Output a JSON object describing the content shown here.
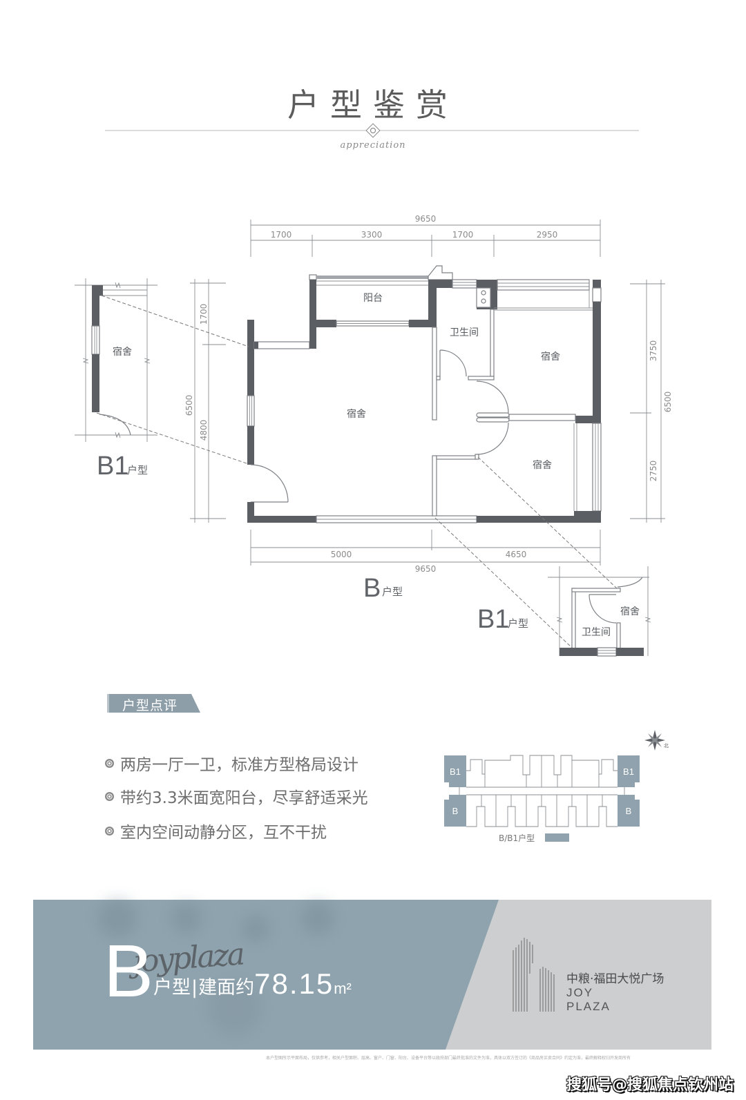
{
  "header": {
    "title": "户型鉴赏",
    "subtitle_script": "appreciation"
  },
  "plan_b": {
    "label_letter": "B",
    "label_suffix": "户型",
    "rooms": {
      "balcony": "阳台",
      "bathroom": "卫生间",
      "bedroom_upper_right": "宿舍",
      "bedroom_lower_right": "宿舍",
      "bedroom_main": "宿舍"
    },
    "dims_top": {
      "total": "9650",
      "segments": [
        "1700",
        "3300",
        "1700",
        "2950"
      ]
    },
    "dims_bottom": {
      "total": "9650",
      "segments": [
        "5000",
        "4650"
      ]
    },
    "dims_left": {
      "total": "6500",
      "segments": [
        "1700",
        "4800"
      ]
    },
    "dims_right": {
      "total": "6500",
      "segments": [
        "3750",
        "2750"
      ]
    }
  },
  "plan_b1_left": {
    "label_letter": "B1",
    "label_suffix": "户型",
    "rooms": {
      "bedroom": "宿舍"
    }
  },
  "plan_b1_right": {
    "label_letter": "B1",
    "label_suffix": "户型",
    "rooms": {
      "bedroom": "宿舍",
      "bathroom": "卫生间"
    }
  },
  "review": {
    "heading": "户型点评",
    "bullets": [
      "两房一厅一卫，标准方型格局设计",
      "带约3.3米面宽阳台，尽享舒适采光",
      "室内空间动静分区，互不干扰"
    ]
  },
  "key_plan": {
    "units": [
      "B1",
      "B1",
      "B",
      "B"
    ],
    "legend_label": "B/B1户型",
    "legend_color": "#8fa2ad",
    "compass_label": "北"
  },
  "banner": {
    "unit_letter": "B",
    "unit_desc": "户型",
    "separator": "|",
    "area_label": "建面约",
    "area_value": "78.15",
    "area_unit": "m²",
    "script": "joyplaza",
    "brand_cn": "中粮·福田大悦广场",
    "brand_en_line1": "JOY",
    "brand_en_line2": "PLAZA",
    "color_left": "#8fa3ae",
    "color_right": "#cdcecf"
  },
  "footer": {
    "disclaimer": "本户型图所示平面布局，仅供参考，相关户型面积、层高、窗户、门窗、阳台、设备平台等以政府部门最终批准的文件为准，具体以双方签订的《商品房买卖合同》约定为准，最终解释权归开发商所有",
    "watermark": "搜狐号@搜狐焦点钦州站"
  }
}
